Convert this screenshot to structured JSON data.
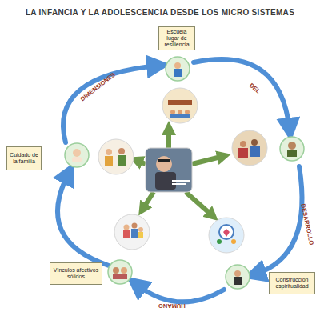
{
  "diagram": {
    "title": "LA INFANCIA Y LA ADOLESCENCIA DESDE LOS MICRO SISTEMAS",
    "nodes": [
      {
        "text": [
          "Escuela lugar de resiliencia"
        ]
      },
      {
        "text": [
          "Cuidado de la familia"
        ]
      },
      {
        "text": [
          "Vínculos afectivos sólidos"
        ]
      },
      {
        "text": [
          "Construcción espiritualidad"
        ]
      }
    ],
    "labels": [
      "DIMENSIONES",
      "DEL",
      "DESARROLLO",
      "HUMANO"
    ]
  }
}
